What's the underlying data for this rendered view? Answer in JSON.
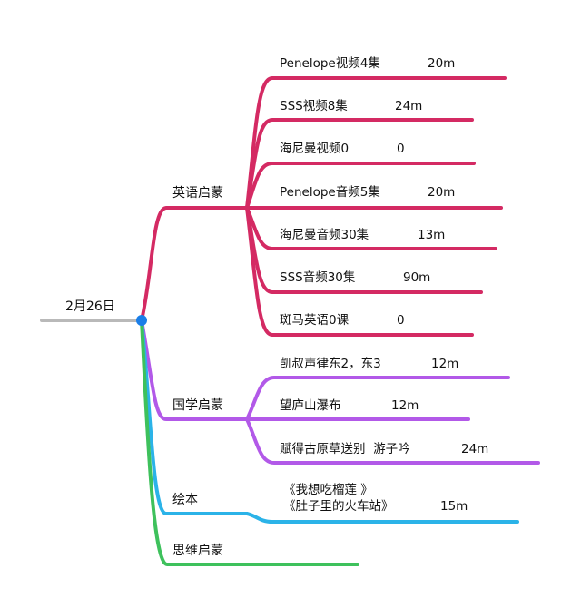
{
  "root": {
    "label": "2月26日"
  },
  "branches": [
    {
      "label": "英语启蒙",
      "color": "#d42a63",
      "leaves": [
        {
          "label": "Penelope视频4集",
          "value": "20m"
        },
        {
          "label": "SSS视频8集",
          "value": "24m"
        },
        {
          "label": "海尼曼视频0",
          "value": "0"
        },
        {
          "label": "Penelope音频5集",
          "value": "20m"
        },
        {
          "label": "海尼曼音频30集",
          "value": "13m"
        },
        {
          "label": "SSS音频30集",
          "value": "90m"
        },
        {
          "label": "斑马英语0课",
          "value": "0"
        }
      ]
    },
    {
      "label": "国学启蒙",
      "color": "#b259e8",
      "leaves": [
        {
          "label": "凯叔声律东2，东3",
          "value": "12m"
        },
        {
          "label": "望庐山瀑布",
          "value": "12m"
        },
        {
          "label": "赋得古原草送别  游子吟",
          "value": "24m"
        }
      ]
    },
    {
      "label": "绘本",
      "color": "#2bb3e8",
      "leaves": [
        {
          "label": "《我想吃榴莲 》",
          "label2": "《肚子里的火车站》",
          "value": "15m"
        }
      ]
    },
    {
      "label": "思维启蒙",
      "color": "#3ec15c",
      "leaves": []
    }
  ],
  "colors": {
    "root_line": "#b9b9b9",
    "root_dot": "#1a7ee8"
  }
}
